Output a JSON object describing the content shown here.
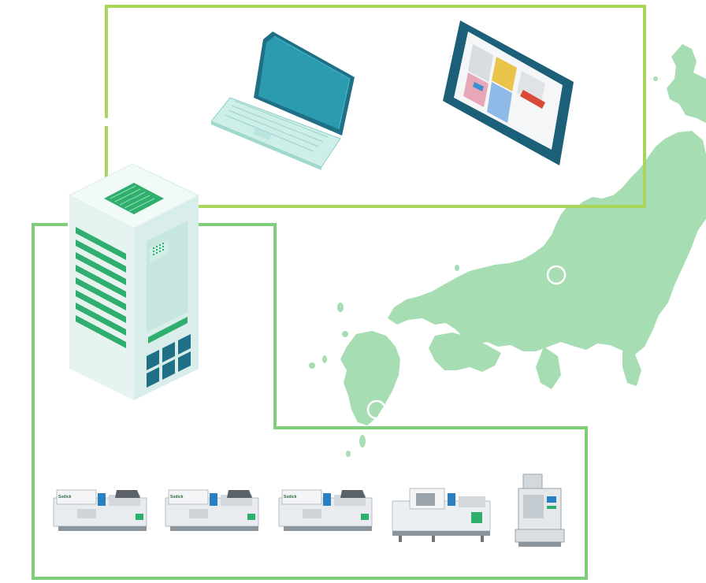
{
  "diagram": {
    "colors": {
      "map_fill": "#a6ddb2",
      "upper_frame": "#a9d65a",
      "lower_frame": "#7fcf7a",
      "server_body": "#e6f4f1",
      "server_stripes": "#2fae6d",
      "device_screen": "#1b7a8f",
      "device_body": "#cdeee9",
      "machine_body": "#e9ecee"
    },
    "devices": [
      {
        "kind": "laptop",
        "icon": "laptop-icon"
      },
      {
        "kind": "tablet",
        "icon": "tablet-icon"
      }
    ],
    "server": {
      "icon": "server-tower-icon"
    },
    "map": {
      "icon": "japan-map-icon",
      "location_markers": 2
    },
    "machines": [
      {
        "icon": "injection-molding-machine-icon",
        "brand_mark": "Sodick"
      },
      {
        "icon": "injection-molding-machine-icon",
        "brand_mark": "Sodick"
      },
      {
        "icon": "injection-molding-machine-icon",
        "brand_mark": "Sodick"
      },
      {
        "icon": "horizontal-molding-machine-icon",
        "brand_mark": ""
      },
      {
        "icon": "vertical-molding-machine-icon",
        "brand_mark": ""
      }
    ]
  }
}
